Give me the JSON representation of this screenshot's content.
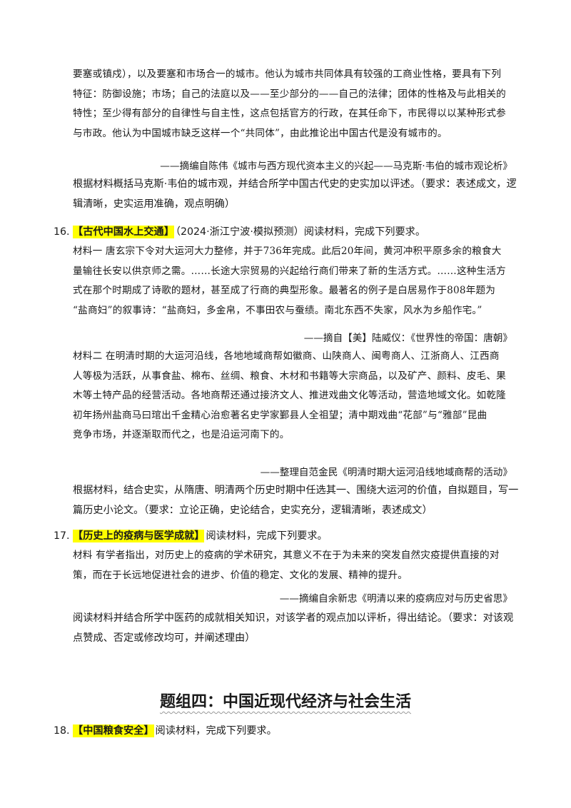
{
  "block15": {
    "lines": [
      "要塞或镇戍），以及要塞和市场合一的城市。他认为城市共同体具有较强的工商业性格，要具有下列",
      "特征：防御设施；市场；自己的法庭以及——至少部分的——自己的法律；团体的性格及与此相关的",
      "特性；至少得有部分的自律性与自主性，这点包括官方的行政，在其任命下，市民得以以某种形式参",
      "与市政。他认为中国城市缺乏这样一个“共同体”，由此推论出中国古代是没有城市的。"
    ],
    "source": "——摘编自陈伟《城市与西方现代资本主义的兴起——马克斯·韦伯的城市观论析》",
    "requirement": [
      "根据材料概括马克斯·韦伯的城市观，并结合所学中国古代史的史实加以评述。（要求：表述成文，逻",
      "辑清晰，史实运用准确，观点明确）"
    ]
  },
  "q16": {
    "number": "16.",
    "tag": "【古代中国水上交通】",
    "text": "（2024·浙江宁波·模拟预测）阅读材料，完成下列要求。",
    "material1": [
      "材料一  唐玄宗下令对大运河大力整修，并于736年完成。此后20年间，黄河冲积平原多余的粮食大",
      "量输往长安以供京师之需。……长途大宗贸易的兴起给行商们带来了新的生活方式。……这种生活方",
      "式在那个时期成了诗歌的题材，甚至成了行商的典型形象。最著名的例子是白居易作于808年题为",
      "“盐商妇”的叙事诗：“盐商妇，多金帛，不事田农与蚕绩。南北东西不失家，风水为乡船作宅。”"
    ],
    "source1": "——摘自【美】陆威仪：《世界性的帝国：唐朝》",
    "material2": [
      "材料二 在明清时期的大运河沿线，各地地域商帮如徽商、山陕商人、闽粤商人、江浙商人、江西商",
      "人等极为活跃，从事食盐、棉布、丝绸、粮食、木材和书籍等大宗商品，以及矿产、颜料、皮毛、果",
      "木等土特产品的经营活动。各地商帮还通过接济文人、推进戏曲文化等活动，营造地域文化。如乾隆",
      "初年扬州盐商马曰琯出千金精心治愈著名史学家鄞县人全祖望；清中期戏曲“花部”与“雅部”昆曲",
      "竞争市场，并逐渐取而代之，也是沿运河南下的。"
    ],
    "source2": "——整理自范金民《明清时期大运河沿线地域商帮的活动》",
    "requirement": [
      "根据材料，结合史实，从隋唐、明清两个历史时期中任选其一、围绕大运河的价值，自拟题目，写一",
      "篇历史小论文。（要求：立论正确，史论结合，史实充分，逻辑清晰，表述成文）"
    ]
  },
  "q17": {
    "number": "17.",
    "tag": "【历史上的疫病与医学成就】",
    "text": "阅读材料，完成下列要求。",
    "material": [
      "材料  有学者指出，对历史上的疫病的学术研究，其意义不在于为未来的突发自然灾疫提供直接的对",
      "策，而在于长远地促进社会的进步、价值的稳定、文化的发展、精神的提升。"
    ],
    "source": "——摘编自余新忠《明清以来的疫病应对与历史省思》",
    "requirement": [
      "阅读材料并结合所学中医药的成就相关知识，对该学者的观点加以评析，得出结论。（要求：对该观",
      "点赞成、否定或修改均可，并阐述理由）"
    ]
  },
  "section_title": "题组四：中国近现代经济与社会生活",
  "q18": {
    "number": "18.",
    "tag": "【中国粮食安全】",
    "text": "阅读材料，完成下列要求。"
  }
}
